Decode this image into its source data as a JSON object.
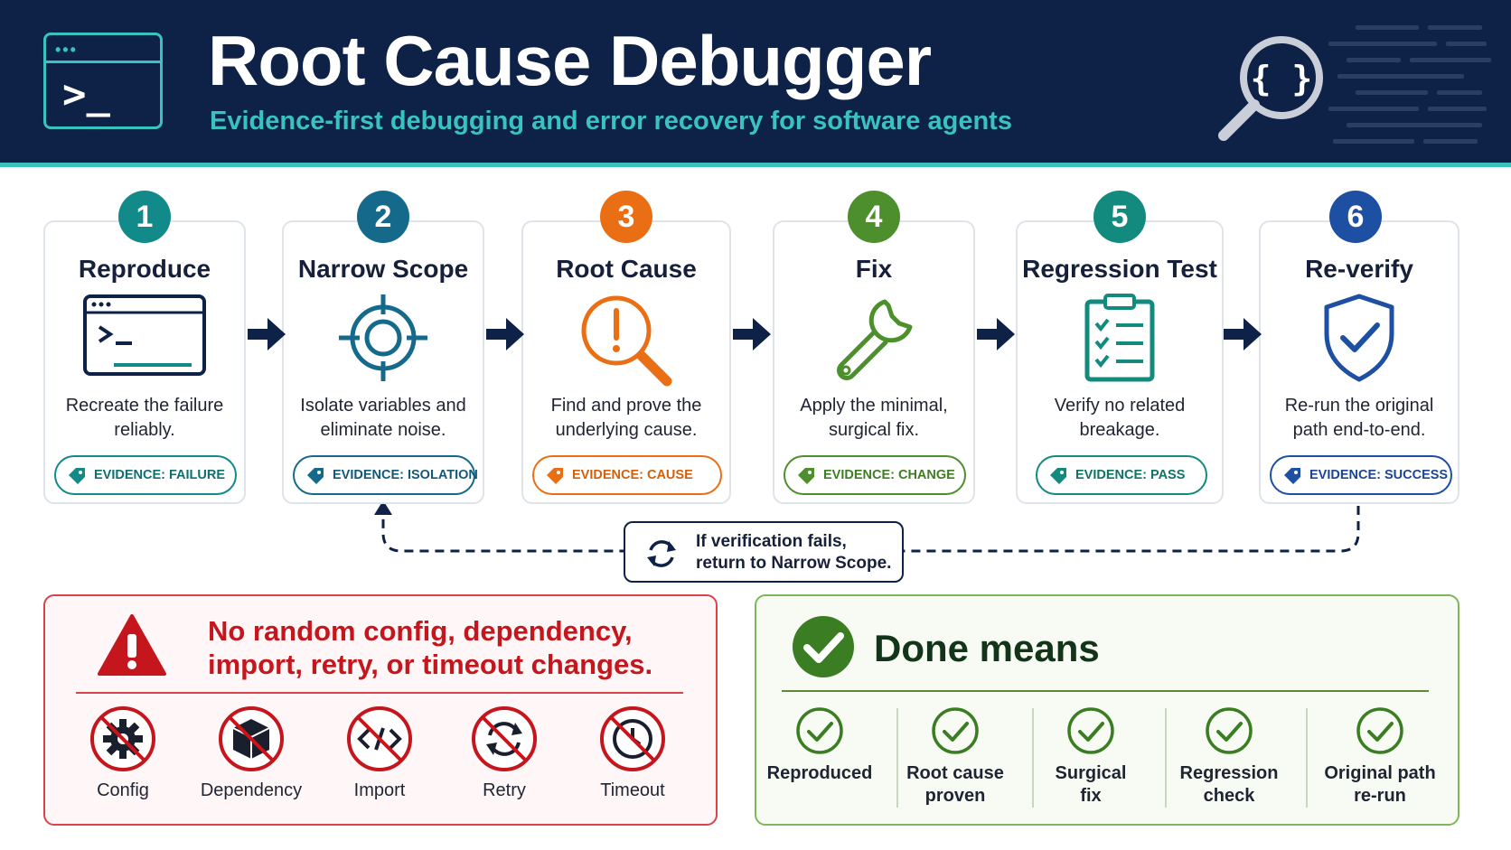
{
  "header": {
    "title": "Root Cause Debugger",
    "subtitle": "Evidence-first debugging and error recovery for software agents",
    "terminal_glyph": ">_",
    "search_glyph": "{ }"
  },
  "steps": [
    {
      "number": "1",
      "title": "Reproduce",
      "desc": "Recreate the failure reliably.",
      "evidence": "EVIDENCE: FAILURE",
      "color": "#138a8a",
      "icon": "terminal-icon"
    },
    {
      "number": "2",
      "title": "Narrow Scope",
      "desc": "Isolate variables and eliminate noise.",
      "evidence": "EVIDENCE: ISOLATION",
      "color": "#156a8c",
      "icon": "crosshair-icon"
    },
    {
      "number": "3",
      "title": "Root Cause",
      "desc": "Find and prove the underlying cause.",
      "evidence": "EVIDENCE: CAUSE",
      "color": "#ea6f14",
      "icon": "magnifier-alert-icon"
    },
    {
      "number": "4",
      "title": "Fix",
      "desc": "Apply the minimal, surgical fix.",
      "evidence": "EVIDENCE: CHANGE",
      "color": "#4e8f2d",
      "icon": "wrench-icon"
    },
    {
      "number": "5",
      "title": "Regression Test",
      "desc": "Verify no related breakage.",
      "evidence": "EVIDENCE: PASS",
      "color": "#138a7e",
      "icon": "clipboard-checklist-icon"
    },
    {
      "number": "6",
      "title": "Re-verify",
      "desc": "Re-run the original path end-to-end.",
      "evidence": "EVIDENCE: SUCCESS",
      "color": "#1d4fa3",
      "icon": "shield-check-icon"
    }
  ],
  "loop": {
    "text_line1": "If verification fails,",
    "text_line2": "return to Narrow Scope."
  },
  "warning": {
    "line1": "No random config, dependency,",
    "line2": "import, retry, or timeout changes.",
    "color": "#c4161c",
    "items": [
      {
        "label": "Config",
        "icon": "gear-banned-icon"
      },
      {
        "label": "Dependency",
        "icon": "package-banned-icon"
      },
      {
        "label": "Import",
        "icon": "code-banned-icon"
      },
      {
        "label": "Retry",
        "icon": "retry-banned-icon"
      },
      {
        "label": "Timeout",
        "icon": "clock-banned-icon"
      }
    ]
  },
  "done": {
    "title": "Done means",
    "color": "#3a7d23",
    "items": [
      {
        "line1": "Reproduced",
        "line2": ""
      },
      {
        "line1": "Root cause",
        "line2": "proven"
      },
      {
        "line1": "Surgical",
        "line2": "fix"
      },
      {
        "line1": "Regression",
        "line2": "check"
      },
      {
        "line1": "Original path",
        "line2": "re-run"
      }
    ]
  }
}
